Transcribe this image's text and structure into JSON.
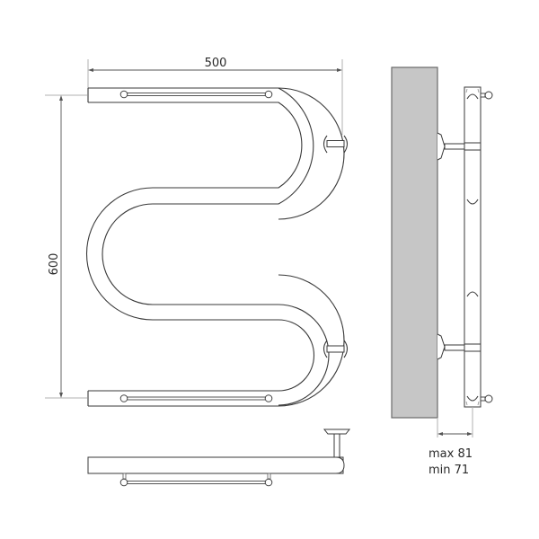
{
  "drawing": {
    "type": "technical drawing",
    "subject": "M-shaped heated towel rail",
    "views": [
      "front view",
      "top view",
      "side view"
    ]
  },
  "dimensions": {
    "width": "500",
    "height": "600",
    "wall_offset_max": "max 81",
    "wall_offset_min": "min 71"
  },
  "colors": {
    "line": "#3a3a3a",
    "wall_fill": "#c6c6c6",
    "dimension_line": "#555555",
    "extension_line": "#b0b0b0"
  }
}
